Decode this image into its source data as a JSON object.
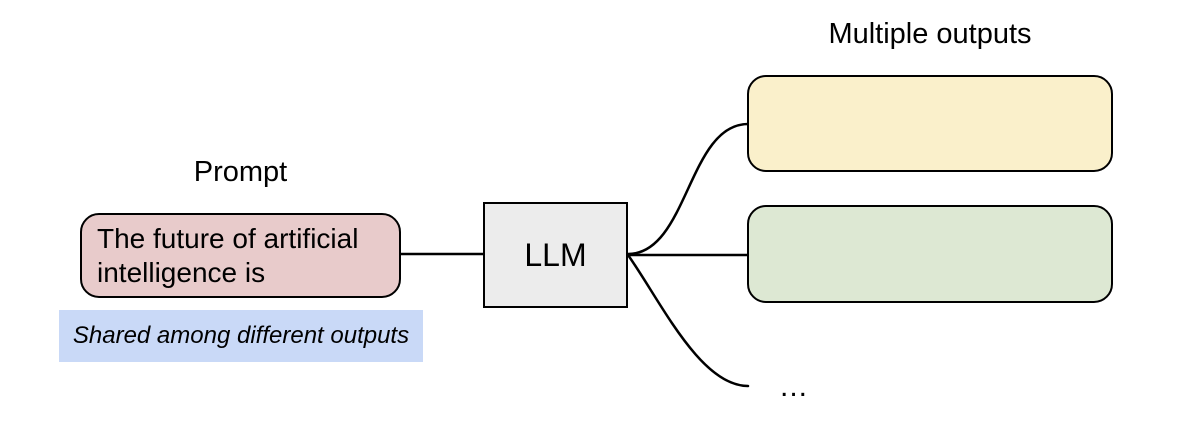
{
  "diagram": {
    "prompt": {
      "heading": "Prompt",
      "box_text": "The future of artificial intelligence is",
      "box_fill": "#e8cbcb",
      "note_text": "Shared among different outputs",
      "note_fill": "#c9d9f7"
    },
    "llm": {
      "label": "LLM",
      "fill": "#ececec"
    },
    "outputs": {
      "heading": "Multiple outputs",
      "box1_fill": "#faf0cb",
      "box2_fill": "#dde8d3",
      "ellipsis": "..."
    },
    "line_color": "#000000"
  }
}
